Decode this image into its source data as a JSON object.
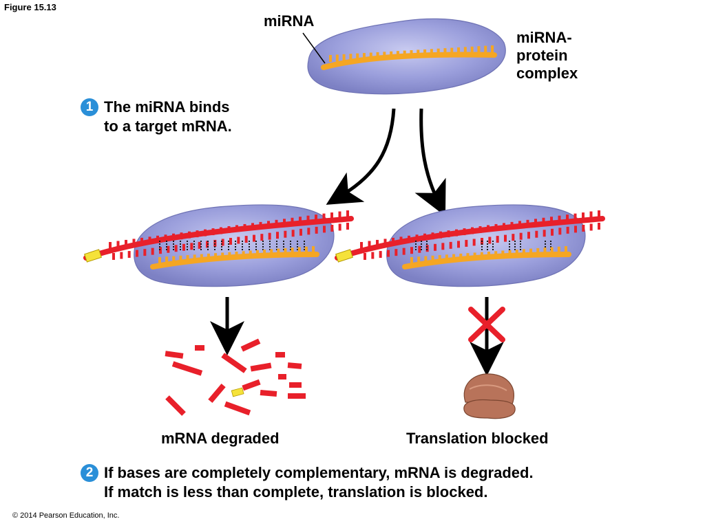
{
  "figure_label": "Figure 15.13",
  "labels": {
    "mirna": "miRNA",
    "complex_lines": [
      "miRNA-",
      "protein",
      "complex"
    ],
    "degraded": "mRNA degraded",
    "blocked": "Translation blocked"
  },
  "steps": [
    {
      "number": "1",
      "lines": [
        "The miRNA binds",
        "to a target mRNA."
      ]
    },
    {
      "number": "2",
      "lines": [
        "If bases are completely complementary, mRNA is degraded.",
        "If match is less than complete, translation is blocked."
      ]
    }
  ],
  "copyright": "© 2014 Pearson Education, Inc.",
  "colors": {
    "protein": "#9b9fdc",
    "protein_edge": "#7074b8",
    "mirna": "#f5a623",
    "mrna": "#e8202a",
    "cap": "#f5e23a",
    "ribosome": "#b8735a",
    "block": "#e8202a",
    "step_circle": "#2a8fd8"
  }
}
